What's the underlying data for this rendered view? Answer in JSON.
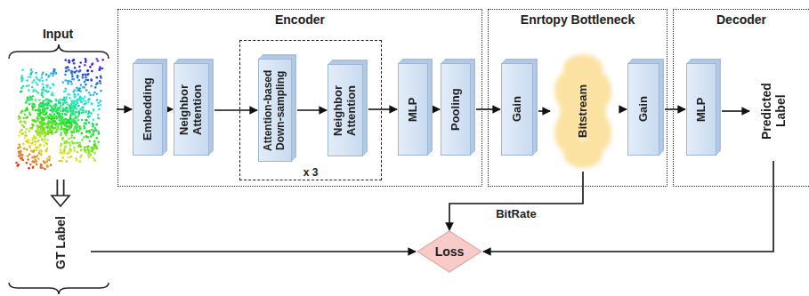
{
  "diagram": {
    "nodes": [
      {
        "text": [
          "Input"
        ]
      },
      {
        "text": [
          "Encoder"
        ]
      },
      {
        "text": [
          "Embedding"
        ],
        "in": 1
      },
      {
        "text": [
          "Neighbor Attention"
        ],
        "in": 1
      },
      {
        "text": [
          "x 3"
        ],
        "in": 1
      },
      {
        "text": [
          "Attention-based Down-sampling"
        ],
        "in": 4
      },
      {
        "text": [
          "Neighbor Attention"
        ],
        "in": 4
      },
      {
        "text": [
          "MLP"
        ],
        "in": 1
      },
      {
        "text": [
          "Pooling"
        ],
        "in": 1
      },
      {
        "text": [
          "Enrtopy Bottleneck"
        ]
      },
      {
        "text": [
          "Gain"
        ],
        "in": 9
      },
      {
        "text": [
          "Bitstream"
        ],
        "in": 9
      },
      {
        "text": [
          "Gain"
        ],
        "in": 9
      },
      {
        "text": [
          "Decoder"
        ]
      },
      {
        "text": [
          "MLP"
        ],
        "in": 13
      },
      {
        "text": [
          "Predicted Label"
        ],
        "in": 13
      },
      {
        "text": [
          "GT Label"
        ]
      },
      {
        "text": [
          "Loss"
        ]
      }
    ],
    "edges": [
      {
        "from": 0,
        "to": 2,
        "arrow": "to"
      },
      {
        "from": 2,
        "to": 3,
        "arrow": "to"
      },
      {
        "from": 3,
        "to": 5,
        "arrow": "to"
      },
      {
        "from": 5,
        "to": 6,
        "arrow": "to"
      },
      {
        "from": 6,
        "to": 7,
        "arrow": "to"
      },
      {
        "from": 7,
        "to": 8,
        "arrow": "to"
      },
      {
        "from": 8,
        "to": 10,
        "arrow": "to"
      },
      {
        "from": 10,
        "to": 11,
        "arrow": "to"
      },
      {
        "from": 11,
        "to": 12,
        "arrow": "to"
      },
      {
        "from": 12,
        "to": 14,
        "arrow": "to"
      },
      {
        "from": 14,
        "to": 15,
        "arrow": "to"
      },
      {
        "from": 0,
        "to": 16,
        "arrow": "to"
      },
      {
        "from": 16,
        "to": 17,
        "arrow": "to"
      },
      {
        "from": 11,
        "to": 17,
        "label": "BitRate",
        "arrow": "to"
      },
      {
        "from": 15,
        "to": 17,
        "arrow": "to"
      }
    ]
  }
}
